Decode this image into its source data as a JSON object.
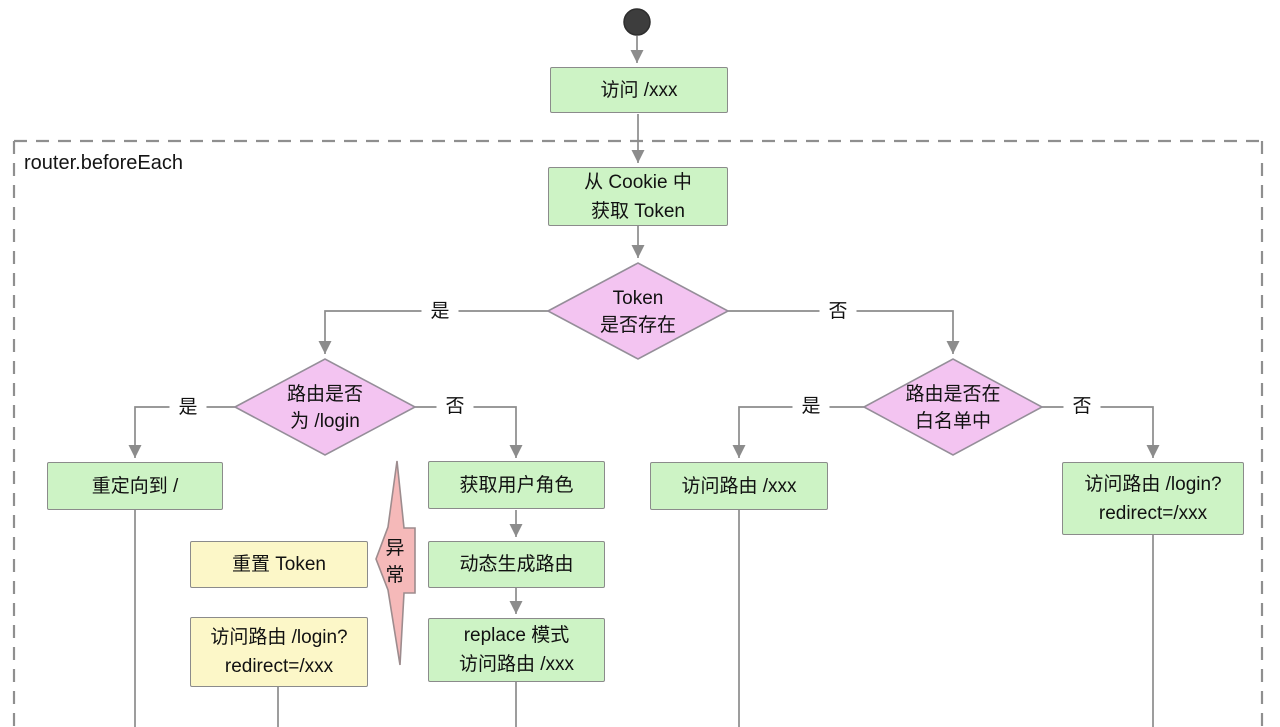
{
  "diagram": {
    "container_label": "router.beforeEach",
    "nodes": {
      "visit_xxx": {
        "lines": [
          "访问 /xxx"
        ]
      },
      "get_token": {
        "lines": [
          "从 Cookie 中",
          "获取 Token"
        ]
      },
      "token_exists": {
        "lines": [
          "Token",
          "是否存在"
        ]
      },
      "is_login_route": {
        "lines": [
          "路由是否",
          "为 /login"
        ]
      },
      "redirect_root": {
        "lines": [
          "重定向到 /"
        ]
      },
      "get_user_role": {
        "lines": [
          "获取用户角色"
        ]
      },
      "generate_routes": {
        "lines": [
          "动态生成路由"
        ]
      },
      "replace_visit": {
        "lines": [
          "replace 模式",
          "访问路由 /xxx"
        ]
      },
      "reset_token": {
        "lines": [
          "重置 Token"
        ]
      },
      "visit_login_redirect_left": {
        "lines": [
          "访问路由 /login?",
          "redirect=/xxx"
        ]
      },
      "in_whitelist": {
        "lines": [
          "路由是否在",
          "白名单中"
        ]
      },
      "visit_route_xxx": {
        "lines": [
          "访问路由 /xxx"
        ]
      },
      "visit_login_redirect_right": {
        "lines": [
          "访问路由 /login?",
          "redirect=/xxx"
        ]
      },
      "exception": {
        "lines": [
          "异",
          "常"
        ]
      }
    },
    "edge_labels": {
      "token_yes": "是",
      "token_no": "否",
      "login_yes": "是",
      "login_no": "否",
      "whitelist_yes": "是",
      "whitelist_no": "否"
    },
    "colors": {
      "process_fill": "#cdf3c5",
      "note_fill": "#fcf7c8",
      "decision_fill": "#f3c4f1",
      "exception_fill": "#f5b9b9",
      "start_fill": "#3d3d3d",
      "line": "#8c8c8c",
      "frame_dash": "#8f8f8f"
    }
  }
}
